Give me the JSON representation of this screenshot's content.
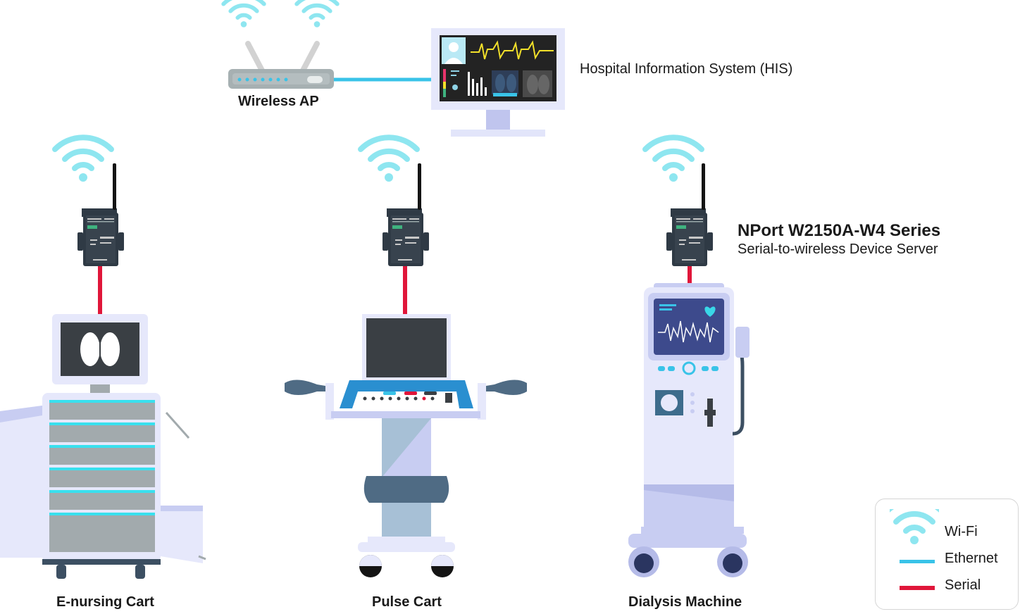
{
  "colors": {
    "wifi": "#8ee6f0",
    "ethernet": "#39c3e8",
    "serial": "#e0163a",
    "device": "#2f3a45",
    "device_accent": "#3fb27f",
    "lavender": "#c8cdf2",
    "light_lavender": "#e6e8fb",
    "gray": "#a2aaad"
  },
  "icons": {
    "wifi": "wifi-icon",
    "router": "wireless-router-icon",
    "monitor": "monitor-icon",
    "device_server": "device-server-icon"
  },
  "labels": {
    "wireless_ap": "Wireless AP",
    "his": "Hospital Information System (HIS)",
    "product_name": "NPort W2150A-W4 Series",
    "product_desc": "Serial-to-wireless Device Server",
    "cart1": "E-nursing Cart",
    "cart2": "Pulse Cart",
    "cart3": "Dialysis Machine"
  },
  "legend": {
    "wifi": "Wi-Fi",
    "ethernet": "Ethernet",
    "serial": "Serial"
  }
}
